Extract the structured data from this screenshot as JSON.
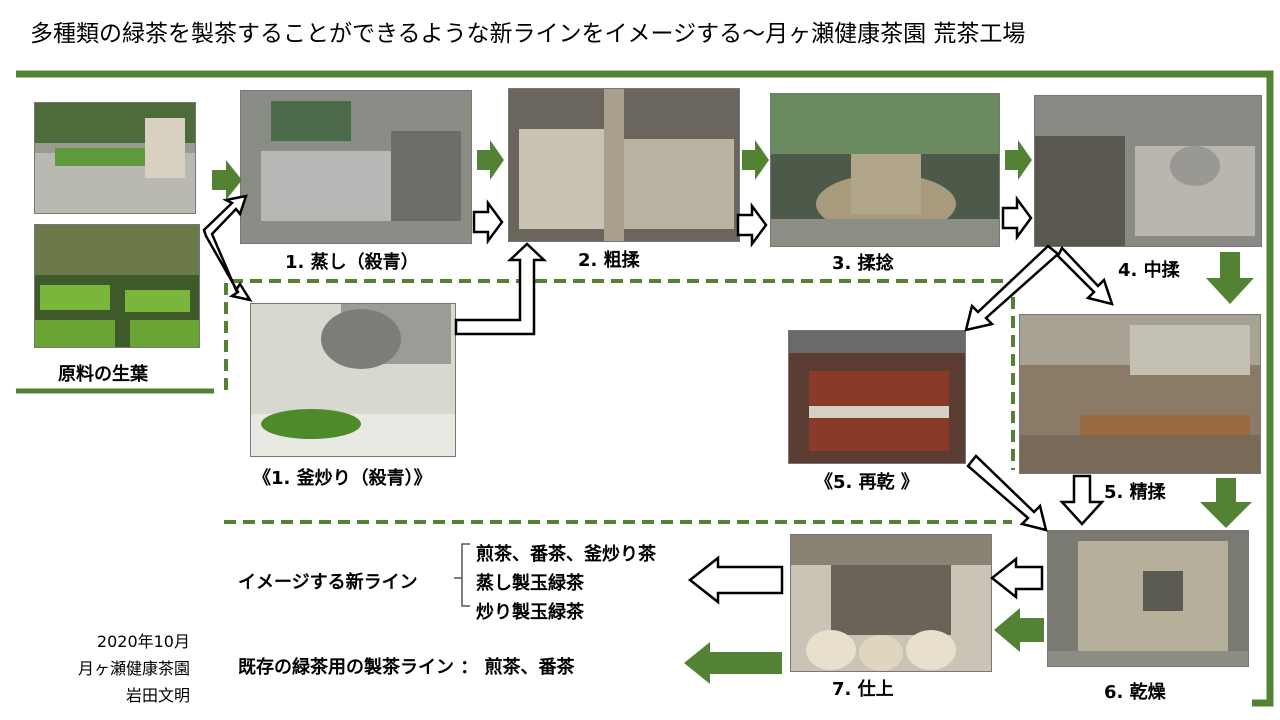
{
  "title": "多種類の緑茶を製茶することができるような新ラインをイメージする～月ヶ瀬健康茶園 荒茶工場",
  "steps": {
    "raw": "原料の生葉",
    "s1": "1. 蒸し（殺青）",
    "s1b": "《1. 釜炒り（殺青）》",
    "s2": "2. 粗揉",
    "s3": "3. 揉捻",
    "s4": "4. 中揉",
    "s5": "5. 精揉",
    "s5b": "《5. 再乾 》",
    "s6": "6. 乾燥",
    "s7": "7. 仕上"
  },
  "new_line": {
    "label": "イメージする新ライン",
    "products": [
      "煎茶、番茶、釜炒り茶",
      "蒸し製玉緑茶",
      "炒り製玉緑茶"
    ]
  },
  "existing_line": "既存の緑茶用の製茶ライン ： 煎茶、番茶",
  "credit": [
    "2020年10月",
    "月ヶ瀬健康茶園",
    "岩田文明"
  ],
  "colors": {
    "green": "#548235",
    "dashed": "#548235"
  }
}
